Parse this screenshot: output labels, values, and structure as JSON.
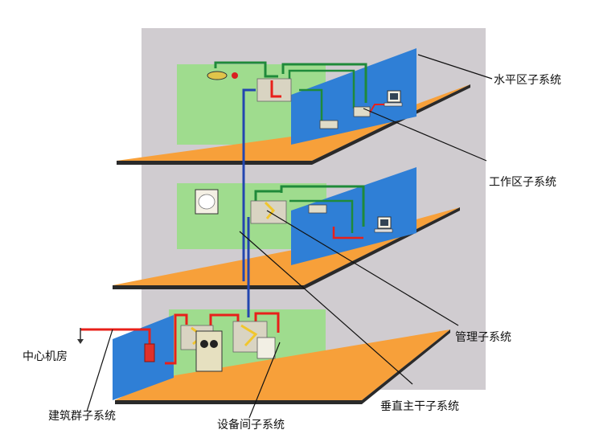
{
  "labels": {
    "horizontal": "水平区子系统",
    "work_area": "工作区子系统",
    "admin": "管理子系统",
    "center_room": "中心机房",
    "vertical": "垂直主干子系统",
    "campus": "建筑群子系统",
    "equipment_room": "设备间子系统"
  },
  "colors": {
    "background_wall": "#d0ccd0",
    "floor": "#f7a03a",
    "floor_edge": "#2a2a2a",
    "back_wall": "#9fdc8e",
    "side_wall": "#2f7fd6",
    "green_cable": "#1f8a3a",
    "red_cable": "#e8201a",
    "blue_cable": "#2346b0",
    "patch_panel": "#d9d4c2",
    "yellow_jumper": "#f1c62d"
  }
}
